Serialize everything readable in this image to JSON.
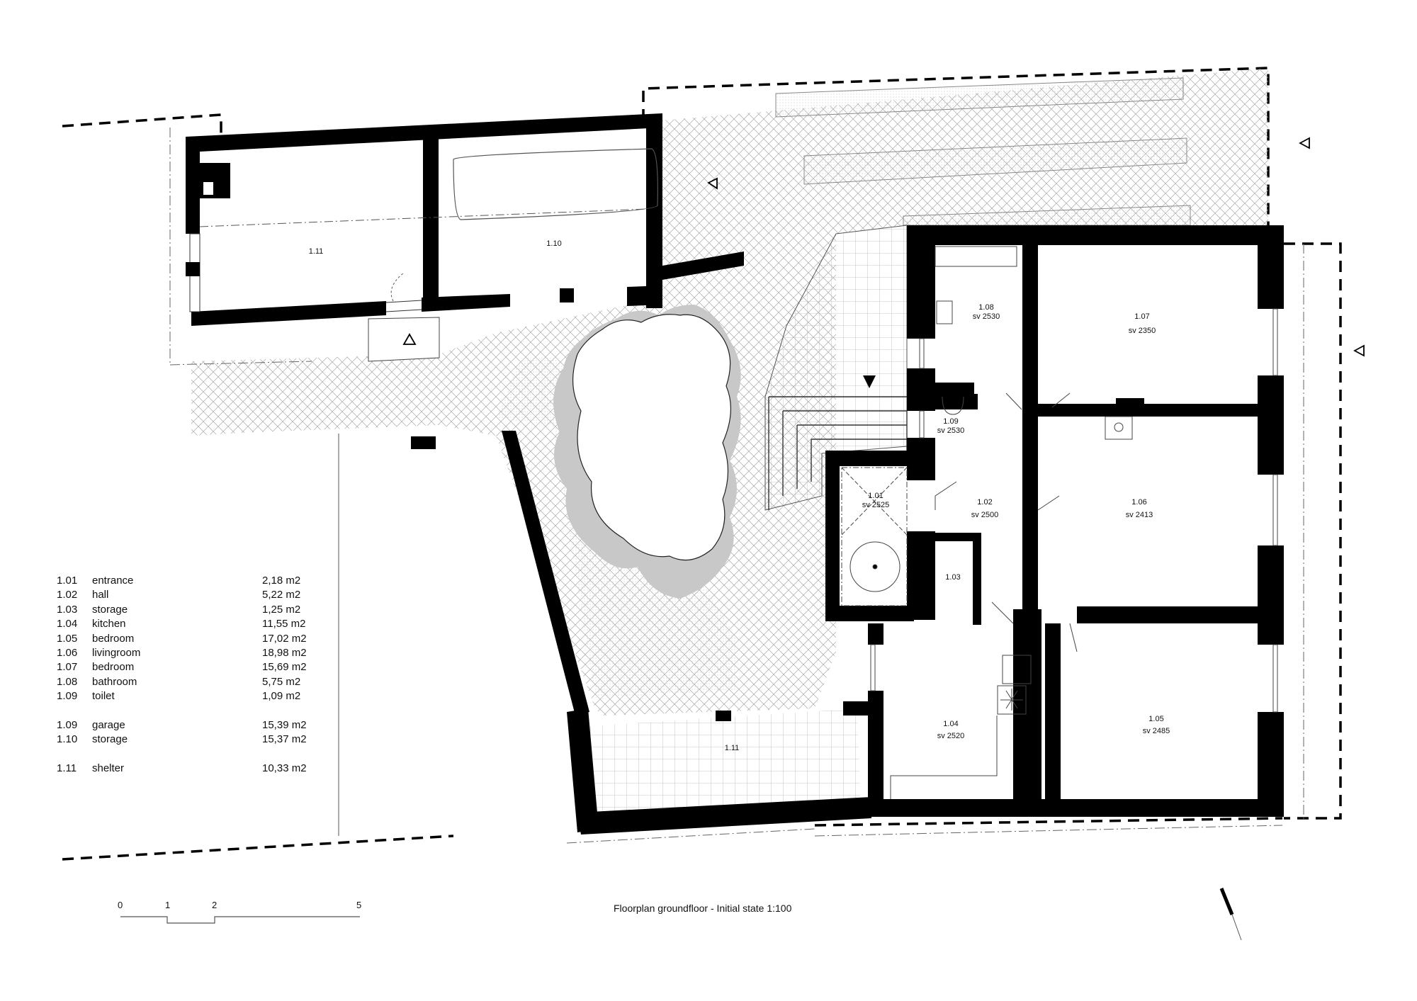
{
  "drawing": {
    "title": "Floorplan groundfloor - Initial state 1:100",
    "scale_bar": {
      "ticks": [
        "0",
        "1",
        "2",
        "5"
      ]
    },
    "colors": {
      "wall": "#000000",
      "tree_shadow": "#c4c4c4",
      "hatch": "#9a9a9a",
      "paper": "#ffffff"
    }
  },
  "rooms": {
    "r101": {
      "number": "1.01",
      "level": "sv 2525"
    },
    "r102": {
      "number": "1.02",
      "level": "sv 2500"
    },
    "r103": {
      "number": "1.03"
    },
    "r104": {
      "number": "1.04",
      "level": "sv 2520"
    },
    "r105": {
      "number": "1.05",
      "level": "sv 2485"
    },
    "r106": {
      "number": "1.06",
      "level": "sv 2413"
    },
    "r107": {
      "number": "1.07",
      "level": "sv 2350"
    },
    "r108": {
      "number": "1.08",
      "level": "sv 2530"
    },
    "r109": {
      "number": "1.09",
      "level": "sv 2530"
    },
    "r110": {
      "number": "1.10"
    },
    "r111_shed": {
      "number": "1.11"
    },
    "r111_shelter": {
      "number": "1.11"
    }
  },
  "legend": {
    "group1": [
      {
        "num": "1.01",
        "name": "entrance",
        "area": "2,18 m2"
      },
      {
        "num": "1.02",
        "name": "hall",
        "area": "5,22 m2"
      },
      {
        "num": "1.03",
        "name": "storage",
        "area": "1,25 m2"
      },
      {
        "num": "1.04",
        "name": "kitchen",
        "area": "11,55 m2"
      },
      {
        "num": "1.05",
        "name": "bedroom",
        "area": "17,02 m2"
      },
      {
        "num": "1.06",
        "name": "livingroom",
        "area": "18,98 m2"
      },
      {
        "num": "1.07",
        "name": "bedroom",
        "area": "15,69 m2"
      },
      {
        "num": "1.08",
        "name": "bathroom",
        "area": "5,75 m2"
      },
      {
        "num": "1.09",
        "name": "toilet",
        "area": "1,09 m2"
      }
    ],
    "group2": [
      {
        "num": "1.09",
        "name": "garage",
        "area": "15,39 m2"
      },
      {
        "num": "1.10",
        "name": "storage",
        "area": "15,37 m2"
      }
    ],
    "group3": [
      {
        "num": "1.11",
        "name": "shelter",
        "area": "10,33 m2"
      }
    ]
  }
}
